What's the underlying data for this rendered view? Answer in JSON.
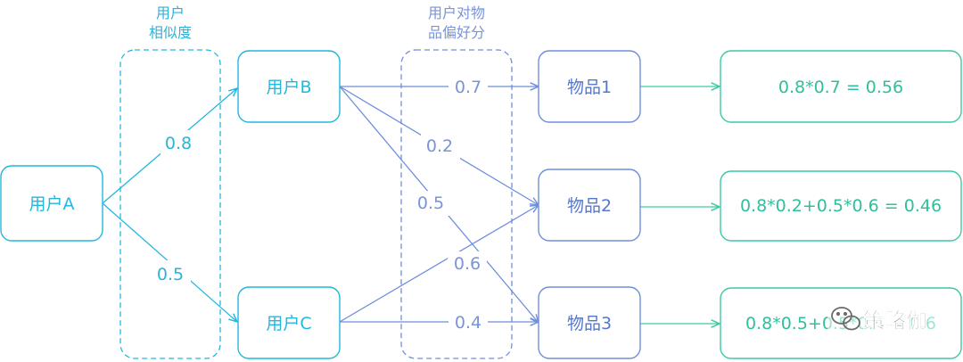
{
  "colors": {
    "user": "#22b8de",
    "item": "#6f8fdc",
    "result": "#3cc9a5",
    "label_user": "#2fb2d8",
    "label_item": "#7a93d9",
    "label_result": "#2fbf9c",
    "watermark": "#6b6b6b"
  },
  "headers": {
    "similarity": [
      "用户",
      "相似度"
    ],
    "preference": [
      "用户对物",
      "品偏好分"
    ]
  },
  "users": {
    "a": "用户A",
    "b": "用户B",
    "c": "用户C"
  },
  "items": {
    "i1": "物品1",
    "i2": "物品2",
    "i3": "物品3"
  },
  "similarity_weights": {
    "a_to_b": "0.8",
    "a_to_c": "0.5"
  },
  "preference_scores": {
    "b_item1": "0.7",
    "b_item2": "0.2",
    "b_item3": "0.5",
    "c_item2": "0.6",
    "c_item3": "0.4"
  },
  "results": {
    "item1": "0.8*0.7 = 0.56",
    "item2": "0.8*0.2+0.5*0.6 = 0.46",
    "item3": "0.8*0.5+0.5*0.4 = 0.6"
  },
  "watermark": {
    "icon": "wechat-icon",
    "text": "策略伽"
  }
}
